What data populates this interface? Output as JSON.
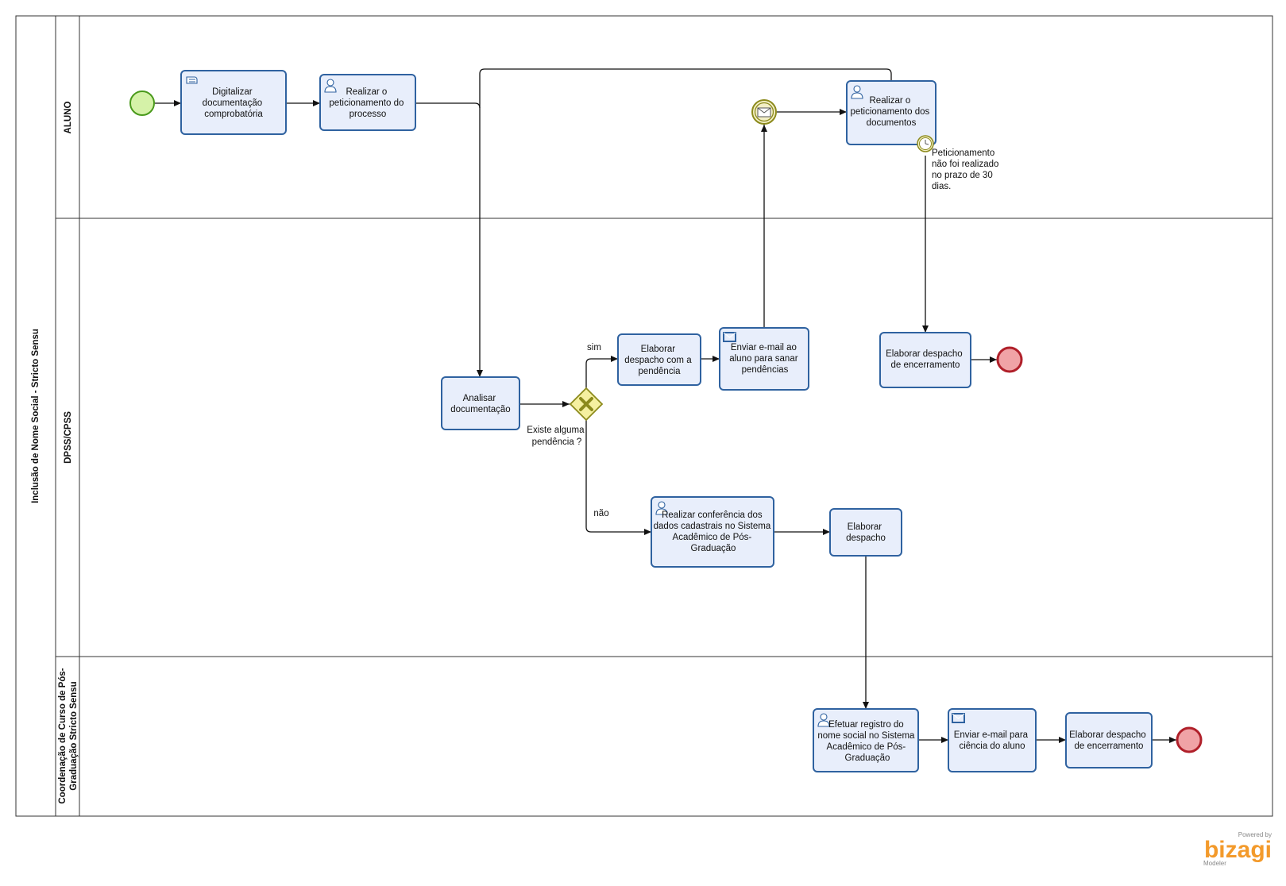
{
  "pool": {
    "title": "Inclusão de Nome Social - Stricto Sensu"
  },
  "lanes": {
    "aluno": "ALUNO",
    "dpss": "DPSS/CPSS",
    "coord_line1": "Coordenação de Curso de Pós-",
    "coord_line2": "Graduação Stricto Sensu"
  },
  "tasks": {
    "digitalizar": [
      "Digitalizar",
      "documentação",
      "comprobatória"
    ],
    "peticionamento_processo": [
      "Realizar o",
      "peticionamento do",
      "processo"
    ],
    "peticionamento_documentos": [
      "Realizar o",
      "peticionamento dos",
      "documentos"
    ],
    "analisar": [
      "Analisar",
      "documentação"
    ],
    "elaborar_pendencia": [
      "Elaborar",
      "despacho com a",
      "pendência"
    ],
    "enviar_email_pendencias": [
      "Enviar e-mail  ao",
      "aluno para sanar",
      "pendências"
    ],
    "elaborar_encerramento_dpss": [
      "Elaborar despacho",
      "de encerramento"
    ],
    "conferencia": [
      "Realizar conferência dos",
      "dados cadastrais no Sistema",
      "Acadêmico de Pós-",
      "Graduação"
    ],
    "elaborar_despacho": [
      "Elaborar",
      "despacho"
    ],
    "efetuar_registro": [
      "Efetuar registro do",
      "nome social no Sistema",
      "Acadêmico de Pós-",
      "Graduação"
    ],
    "enviar_email_ciencia": [
      "Enviar e-mail para",
      "ciência do  aluno"
    ],
    "elaborar_encerramento_coord": [
      "Elaborar despacho",
      "de encerramento"
    ]
  },
  "gateway": {
    "question": [
      "Existe alguma",
      "pendência ?"
    ]
  },
  "flow_labels": {
    "sim": "sim",
    "nao": "não"
  },
  "timer_note": [
    "Peticionamento",
    "não foi realizado",
    "no prazo de 30",
    "dias."
  ],
  "branding": {
    "powered_by": "Powered by",
    "brand": "bizagi",
    "product": "Modeler"
  },
  "colors": {
    "task_fill": "#e8eefb",
    "task_stroke": "#2f62a0",
    "start_fill": "#d5f2a8",
    "start_stroke": "#4a9a1c",
    "end_fill": "#f0a3a6",
    "end_stroke": "#b0202a",
    "gateway_fill": "#f5f0a0",
    "gateway_stroke": "#8c8a1c",
    "brand_orange": "#f39a2b"
  }
}
